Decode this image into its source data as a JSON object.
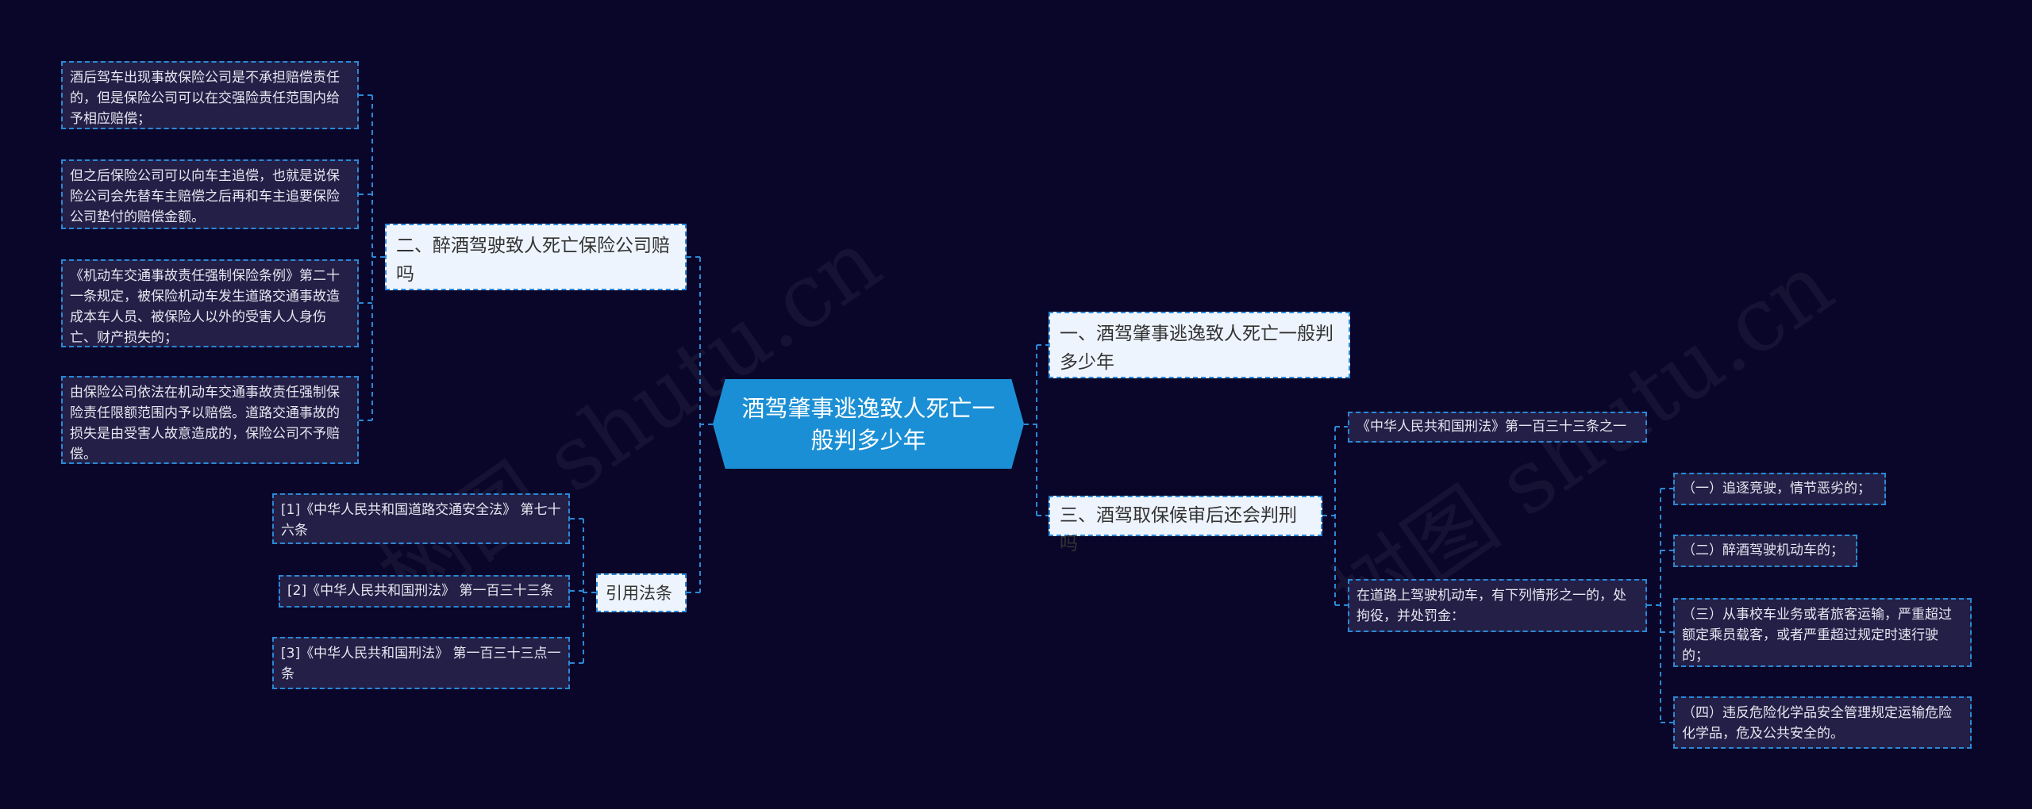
{
  "watermark": "树图 shutu.cn",
  "colors": {
    "background": "#0a0629",
    "leaf_fill": "#231f46",
    "border": "#2b88d6",
    "title_fill": "#eef4fd",
    "center_fill": "#1b8fd5"
  },
  "center": "酒驾肇事逃逸致人死亡一般判多少年",
  "left": {
    "branch2": {
      "title": "二、醉酒驾驶致人死亡保险公司赔吗",
      "leaves": [
        "酒后驾车出现事故保险公司是不承担赔偿责任的，但是保险公司可以在交强险责任范围内给予相应赔偿；",
        "但之后保险公司可以向车主追偿，也就是说保险公司会先替车主赔偿之后再和车主追要保险公司垫付的赔偿金额。",
        "《机动车交通事故责任强制保险条例》第二十一条规定，被保险机动车发生道路交通事故造成本车人员、被保险人以外的受害人人身伤亡、财产损失的；",
        "由保险公司依法在机动车交通事故责任强制保险责任限额范围内予以赔偿。道路交通事故的损失是由受害人故意造成的，保险公司不予赔偿。"
      ]
    },
    "refs": {
      "title": "引用法条",
      "leaves": [
        "[1]《中华人民共和国道路交通安全法》 第七十六条",
        "[2]《中华人民共和国刑法》 第一百三十三条",
        "[3]《中华人民共和国刑法》 第一百三十三点一条"
      ]
    }
  },
  "right": {
    "branch1": {
      "title": "一、酒驾肇事逃逸致人死亡一般判多少年"
    },
    "branch3": {
      "title": "三、酒驾取保候审后还会判刑吗",
      "law": "《中华人民共和国刑法》第一百三十三条之一",
      "rule": "在道路上驾驶机动车，有下列情形之一的，处拘役，并处罚金：",
      "items": [
        "（一）追逐竞驶，情节恶劣的；",
        "（二）醉酒驾驶机动车的；",
        "（三）从事校车业务或者旅客运输，严重超过额定乘员载客，或者严重超过规定时速行驶的；",
        "（四）违反危险化学品安全管理规定运输危险化学品，危及公共安全的。"
      ]
    }
  }
}
